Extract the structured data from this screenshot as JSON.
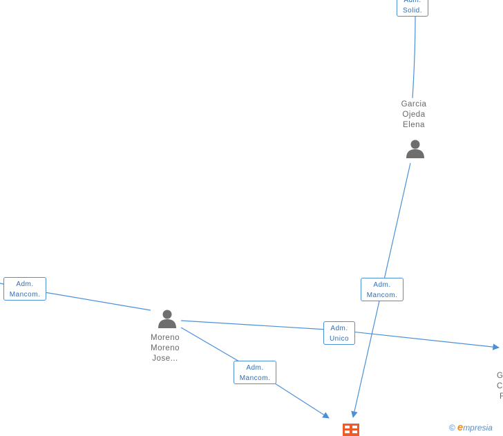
{
  "people": [
    {
      "id": "garcia",
      "lines": [
        "Garcia",
        "Ojeda",
        "Elena"
      ]
    },
    {
      "id": "moreno",
      "lines": [
        "Moreno",
        "Moreno",
        "Jose..."
      ]
    }
  ],
  "roles": [
    {
      "id": "solid",
      "lines": [
        "Adm.",
        "Solid."
      ]
    },
    {
      "id": "mancom-left",
      "lines": [
        "Adm.",
        "Mancom."
      ]
    },
    {
      "id": "mancom-garcia",
      "lines": [
        "Adm.",
        "Mancom."
      ]
    },
    {
      "id": "unico",
      "lines": [
        "Adm.",
        "Unico"
      ]
    },
    {
      "id": "mancom-moreno",
      "lines": [
        "Adm.",
        "Mancom."
      ]
    }
  ],
  "cut_off_right": [
    "G",
    "C",
    "F"
  ],
  "brand": {
    "copyright": "©",
    "initial": "e",
    "rest": "mpresia"
  },
  "colors": {
    "edge": "#4a90d9",
    "person": "#6e6e6e",
    "company": "#f05a28"
  }
}
